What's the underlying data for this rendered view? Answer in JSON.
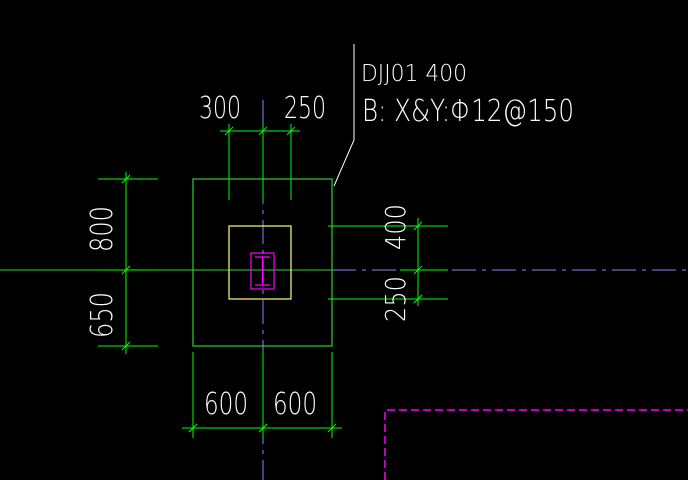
{
  "label": {
    "line1": "DJJ01 400",
    "line2": "B: X&Y:Φ12@150"
  },
  "dimensions": {
    "top_left": "300",
    "top_right": "250",
    "left_upper": "800",
    "left_lower": "650",
    "right_upper": "400",
    "right_lower": "250",
    "bottom_left": "600",
    "bottom_right": "600"
  },
  "colors": {
    "background": "#000000",
    "foundation": "#33cc33",
    "dimension": "#00ff00",
    "text": "#ffffff",
    "column": "#ffff66",
    "steel_section": "#ff00ff",
    "axis": "#8888ff",
    "boundary": "#ff00ff"
  }
}
